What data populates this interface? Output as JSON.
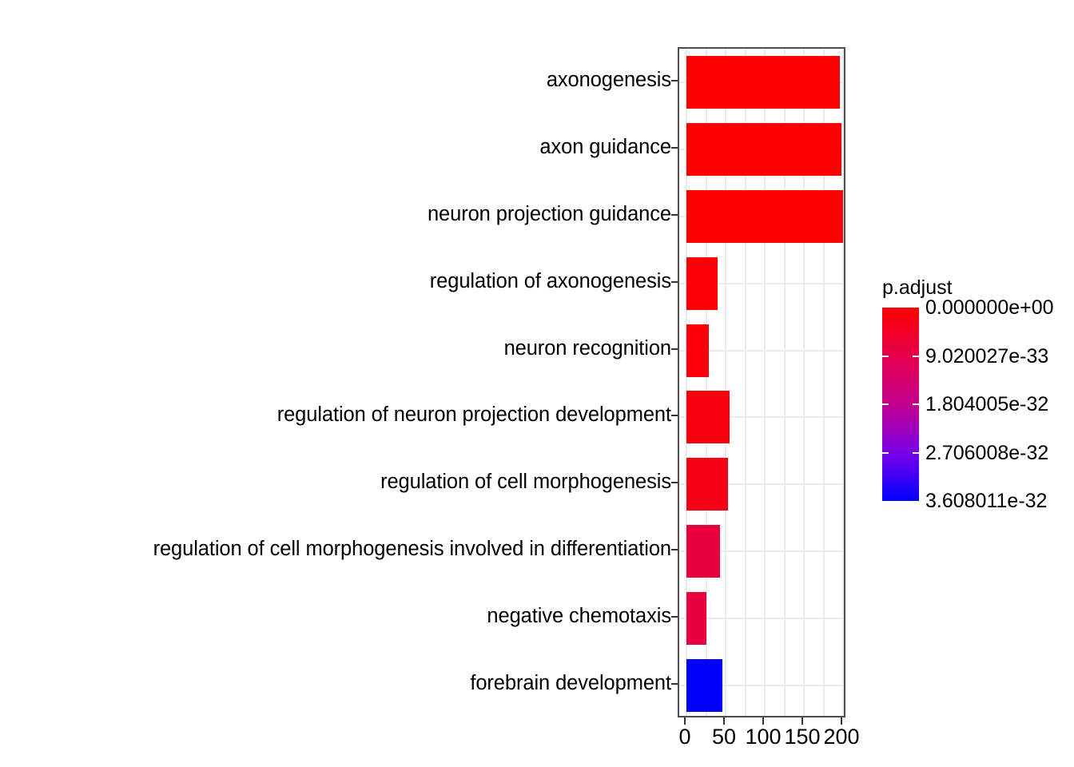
{
  "chart_data": {
    "type": "bar",
    "orientation": "horizontal",
    "title": "",
    "xlabel": "",
    "ylabel": "",
    "xlim": [
      0,
      215
    ],
    "xticks": [
      0,
      50,
      100,
      150,
      200
    ],
    "xticklabels": [
      "0",
      "50",
      "100",
      "150",
      "200"
    ],
    "grid": true,
    "grid_axis": "both",
    "categories": [
      "axonogenesis",
      "axon guidance",
      "neuron projection guidance",
      "regulation of axonogenesis",
      "neuron recognition",
      "regulation of neuron projection development",
      "regulation of cell morphogenesis",
      "regulation of cell morphogenesis involved in differentiation",
      "negative chemotaxis",
      "forebrain development"
    ],
    "values": [
      196,
      198,
      200,
      40,
      29,
      55,
      53,
      43,
      25,
      46
    ],
    "bar_colors": [
      "#ff0000",
      "#ff0000",
      "#ff0000",
      "#fc0008",
      "#fb000b",
      "#fa000f",
      "#f80015",
      "#e8003c",
      "#e80040",
      "#0000ff"
    ],
    "color_variable": "p.adjust",
    "legend": {
      "position": "right",
      "title": "p.adjust",
      "type": "continuous-colorbar",
      "labels": [
        "0.000000e+00",
        "9.020027e-33",
        "1.804005e-32",
        "2.706008e-32",
        "3.608011e-32"
      ],
      "values": [
        0,
        9.020027e-33,
        1.804005e-32,
        2.706008e-32,
        3.608011e-32
      ],
      "gradient_high_color": "#ff0000",
      "gradient_low_color": "#0000ff"
    },
    "panel_background": "#ffffff",
    "gridline_color": "#ebebeb",
    "axis_color": "#4d4d4d"
  }
}
